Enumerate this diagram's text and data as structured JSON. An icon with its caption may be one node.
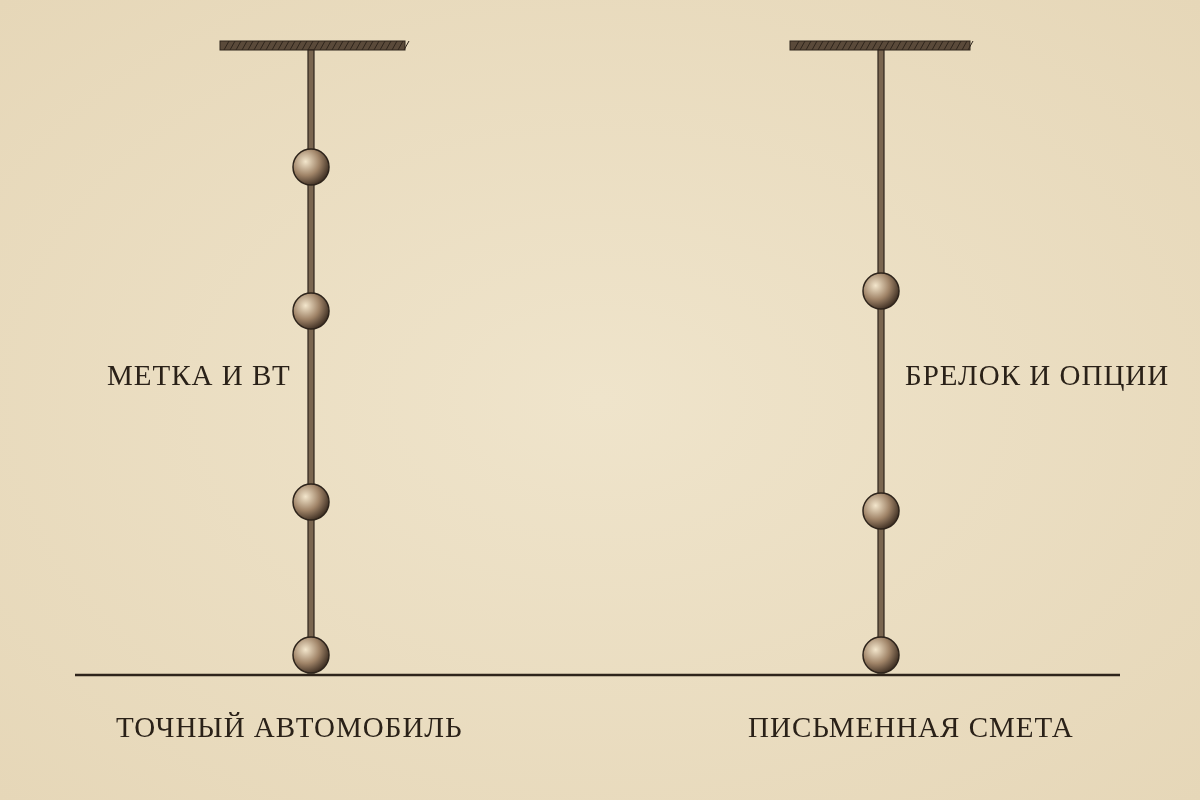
{
  "diagram": {
    "labels": [
      "МЕТКА И ВТ",
      "БРЕЛОК И ОПЦИИ",
      "ТОЧНЫЙ АВТОМОБИЛЬ",
      "ПИСЬМЕННАЯ СМЕТА"
    ]
  }
}
